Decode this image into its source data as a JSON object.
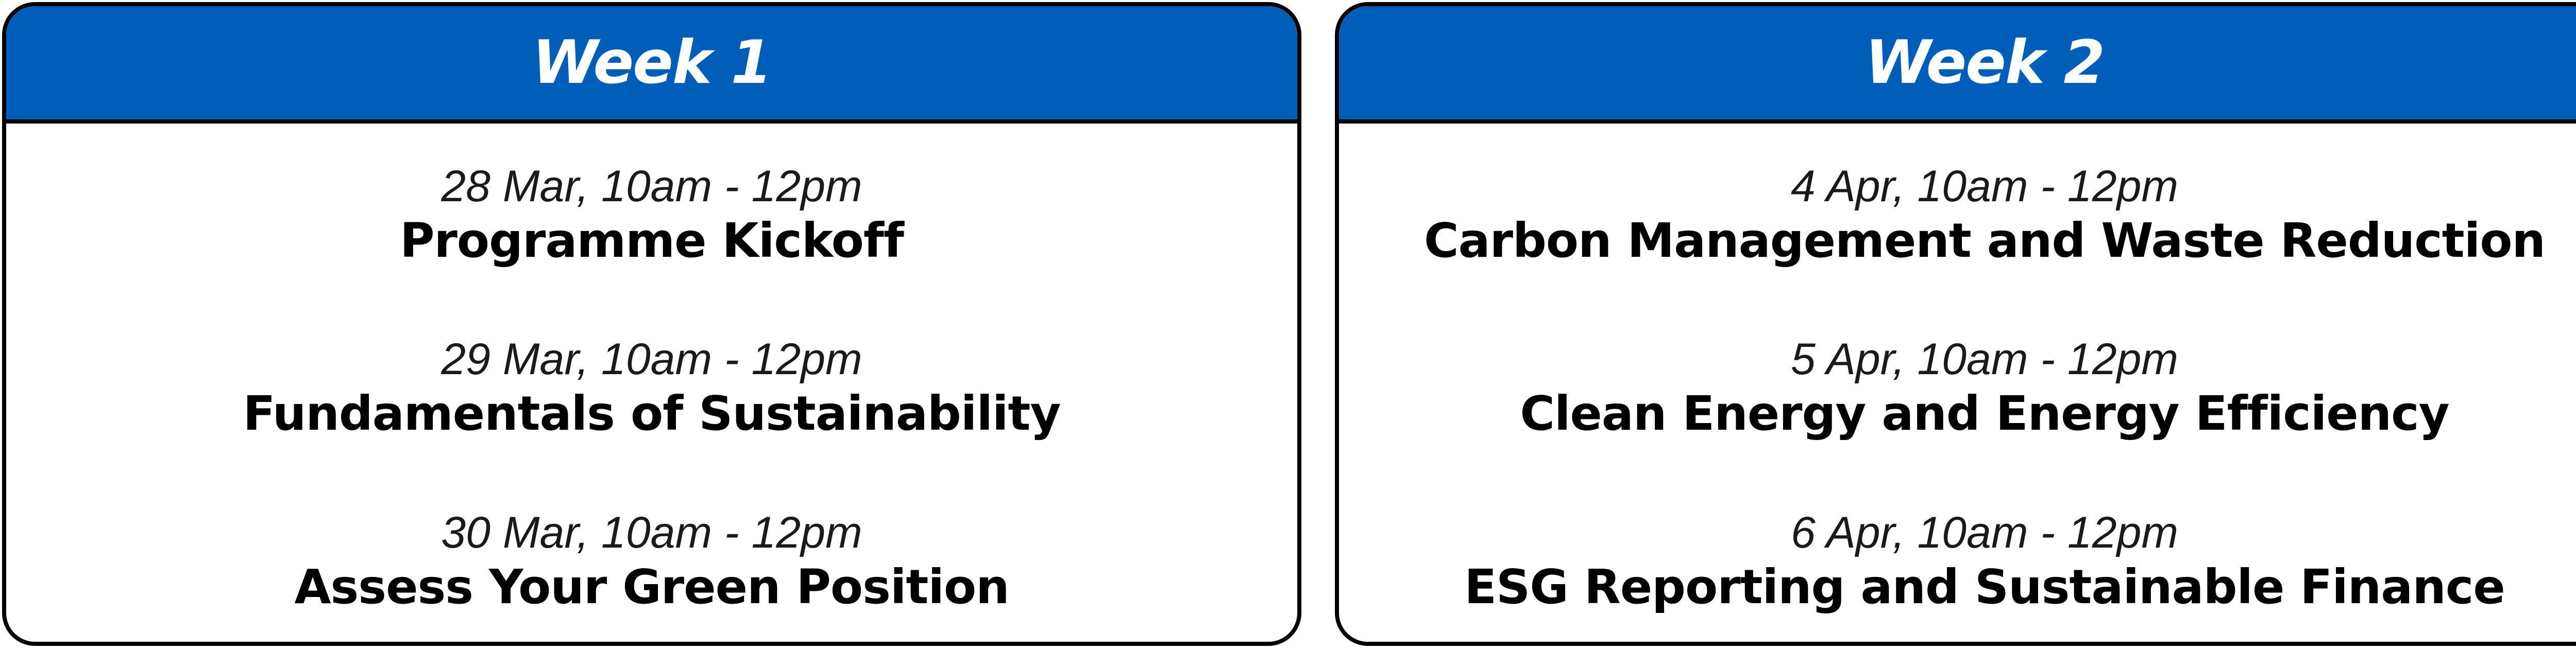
{
  "weeks": [
    {
      "title": "Week 1",
      "sessions": [
        {
          "date": "28 Mar, 10am - 12pm",
          "title": "Programme Kickoff"
        },
        {
          "date": "29 Mar, 10am - 12pm",
          "title": "Fundamentals of Sustainability"
        },
        {
          "date": "30 Mar, 10am - 12pm",
          "title": "Assess Your Green Position"
        }
      ]
    },
    {
      "title": "Week 2",
      "sessions": [
        {
          "date": "4 Apr, 10am - 12pm",
          "title": "Carbon Management and Waste Reduction"
        },
        {
          "date": "5 Apr, 10am - 12pm",
          "title": "Clean Energy and Energy Efficiency"
        },
        {
          "date": "6 Apr, 10am - 12pm",
          "title": "ESG Reporting and Sustainable Finance"
        }
      ]
    }
  ],
  "colors": {
    "header_blue": "#005eb8",
    "border": "#000000",
    "header_text": "#ffffff"
  }
}
